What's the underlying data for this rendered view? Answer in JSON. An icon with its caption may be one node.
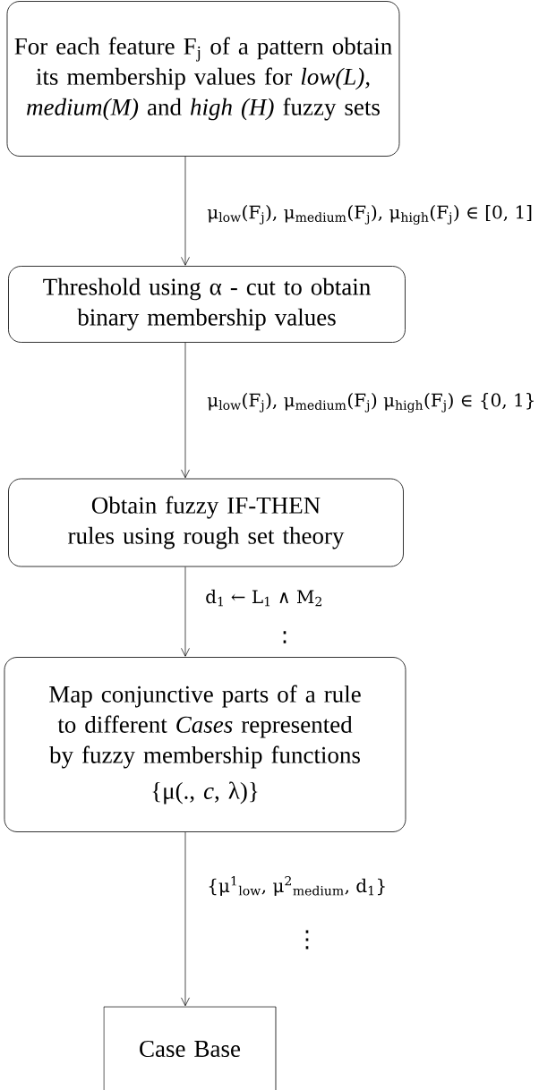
{
  "diagram": {
    "nodes": [
      {
        "text": [
          "For each feature F$_{j}$ of a pattern obtain its membership values for *low(L), medium(M)* and *high (H)* fuzzy sets"
        ]
      },
      {
        "text": [
          "Threshold using α - cut to obtain binary membership values"
        ]
      },
      {
        "text": [
          "Obtain fuzzy IF-THEN rules using rough set theory"
        ]
      },
      {
        "text": [
          "Map conjunctive parts of a rule to different *Cases* represented by fuzzy membership functions",
          "{μ(., *c*, λ)}"
        ]
      },
      {
        "text": [
          "Case Base"
        ]
      }
    ],
    "edges": [
      {
        "from": 0,
        "to": 1,
        "arrow": "to",
        "label": "μ$_{low}$(F$_{j}$), μ$_{medium}$(F$_{j}$), μ$_{high}$(F$_{j}$) ∈ [0, 1]"
      },
      {
        "from": 1,
        "to": 2,
        "arrow": "to",
        "label": "μ$_{low}$(F$_{j}$), μ$_{medium}$(F$_{j}$) μ$_{high}$(F$_{j}$) ∈ {0, 1}"
      },
      {
        "from": 2,
        "to": 3,
        "arrow": "to",
        "label": "d$_{1}$ ← L$_{1}$ ∧ M$_{2}$"
      },
      {
        "from": 3,
        "to": 4,
        "arrow": "to",
        "label": "{μ$^{1}$$_{low}$, μ$^{2}$$_{medium}$, d$_{1}$}"
      }
    ],
    "labels": [
      ":",
      "⋮"
    ]
  }
}
